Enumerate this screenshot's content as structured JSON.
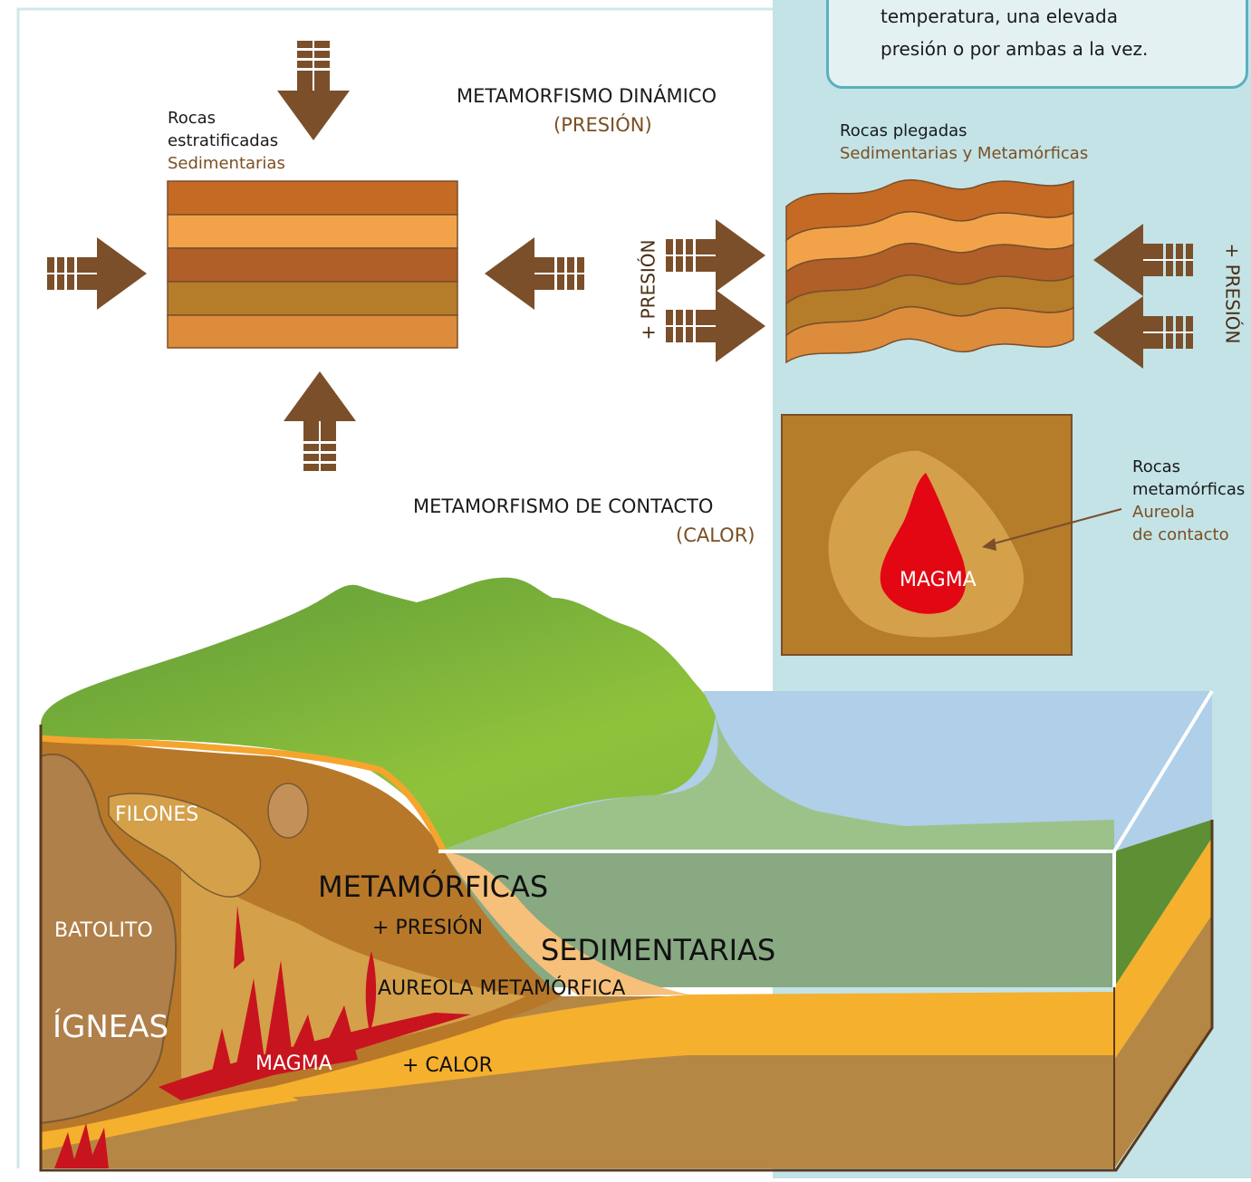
{
  "info_box": {
    "lines": [
      "temperatura, una elevada",
      "presión o por ambas a la vez."
    ]
  },
  "dynamic": {
    "title": "METAMORFISMO DINÁMICO",
    "subtitle": "(PRESIÓN)",
    "source_label_1": "Rocas",
    "source_label_2": "estratificadas",
    "source_label_3": "Sedimentarias",
    "result_label_1": "Rocas plegadas",
    "result_label_2": "Sedimentarias y Metamórficas",
    "pressure_left": "+ PRESIÓN",
    "pressure_right": "+ PRESIÓN"
  },
  "contact": {
    "title": "METAMORFISMO DE CONTACTO",
    "subtitle": "(CALOR)",
    "magma": "MAGMA",
    "label_1": "Rocas",
    "label_2": "metamórficas",
    "label_3": "Aureola",
    "label_4": "de contacto"
  },
  "block": {
    "filones": "FILONES",
    "batolito": "BATOLITO",
    "igneas": "ÍGNEAS",
    "metamorficas": "METAMÓRFICAS",
    "presion": "+ PRESIÓN",
    "sedimentarias": "SEDIMENTARIAS",
    "aureola": "AUREOLA METAMÓRFICA",
    "magma": "MAGMA",
    "calor": "+ CALOR"
  },
  "colors": {
    "panel": "#c3e3e7",
    "arrow": "#7a4f2a",
    "magma": "#e30613",
    "layer1": "#c56a24",
    "layer2": "#f2a34a",
    "layer3": "#b05f28",
    "layer4": "#b57c2a",
    "layer5": "#dd8c3c"
  }
}
